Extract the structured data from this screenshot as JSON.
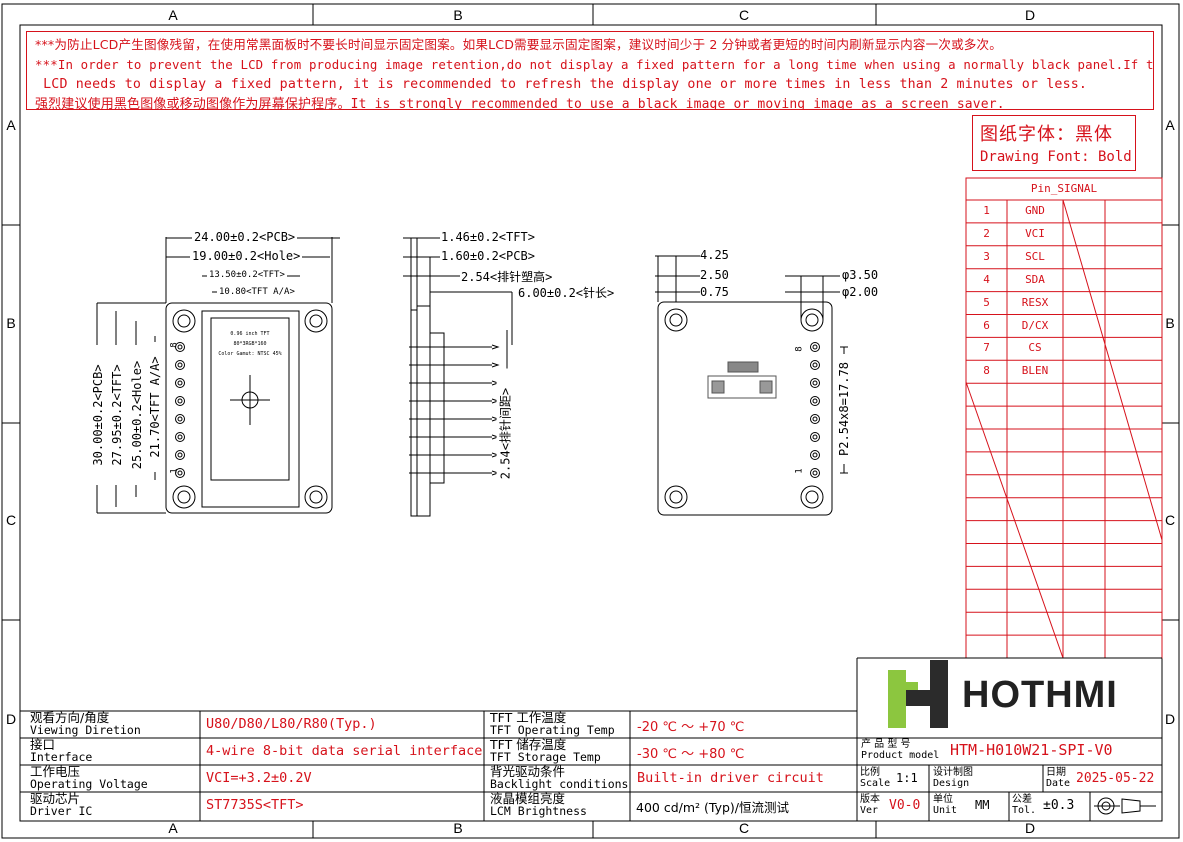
{
  "frame": {
    "columns": [
      "A",
      "B",
      "C",
      "D"
    ],
    "rows": [
      "A",
      "B",
      "C",
      "D"
    ]
  },
  "notice": {
    "line1": "***为防止LCD产生图像残留，在使用常黑面板时不要长时间显示固定图案。如果LCD需要显示固定图案，建议时间少于 2 分钟或者更短的时间内刷新显示内容一次或多次。",
    "line2": "***In order to prevent the LCD from producing image retention,do not display a fixed pattern for a long time when using a normally black panel.If the",
    "line3": " LCD needs to display a fixed pattern, it is recommended to refresh the display one or more times in less than 2 minutes or less.",
    "line4": "强烈建议使用黑色图像或移动图像作为屏幕保护程序。It is strongly recommended to use a black image or moving image as a screen saver."
  },
  "drawing_font": {
    "zh": "图纸字体：黑体",
    "en": "Drawing Font: Bold"
  },
  "pin_table": {
    "header": "Pin_SIGNAL",
    "rows": [
      {
        "num": "1",
        "signal": "GND"
      },
      {
        "num": "2",
        "signal": "VCI"
      },
      {
        "num": "3",
        "signal": "SCL"
      },
      {
        "num": "4",
        "signal": "SDA"
      },
      {
        "num": "5",
        "signal": "RESX"
      },
      {
        "num": "6",
        "signal": "D/CX"
      },
      {
        "num": "7",
        "signal": "CS"
      },
      {
        "num": "8",
        "signal": "BLEN"
      }
    ]
  },
  "front_view": {
    "dim_pcb_w": "24.00±0.2<PCB>",
    "dim_hole_w": "19.00±0.2<Hole>",
    "dim_tft_w": "13.50±0.2<TFT>",
    "dim_aa_w": "10.80<TFT A/A>",
    "dim_pcb_h": "30.00±0.2<PCB>",
    "dim_tft_h": "27.95±0.2<TFT>",
    "dim_hole_h": "25.00±0.2<Hole>",
    "dim_aa_h": "21.70<TFT A/A>",
    "lcd_line1": "0.96 inch TFT",
    "lcd_line2": "80*3RGB*160",
    "lcd_line3": "Color Gamut: NTSC 45%",
    "pin_label_top": "8",
    "pin_label_bottom": "1"
  },
  "side_view": {
    "dim_tft_t": "1.46±0.2<TFT>",
    "dim_pcb_t": "1.60±0.2<PCB>",
    "dim_header_h": "2.54<排针塑高>",
    "dim_pin_len": "6.00±0.2<针长>",
    "dim_pitch": "2.54<排针间距>"
  },
  "back_view": {
    "dim_a": "4.25",
    "dim_b": "2.50",
    "dim_c": "0.75",
    "dim_hole_outer": "φ3.50",
    "dim_hole_inner": "φ2.00",
    "dim_pitch_total": "P2.54x8=17.78",
    "pin_label_top": "8",
    "pin_label_bottom": "1"
  },
  "specs": [
    {
      "zh": "观看方向/角度",
      "en": "Viewing Diretion",
      "value": "U80/D80/L80/R80(Typ.)"
    },
    {
      "zh": "接口",
      "en": "Interface",
      "value": "4-wire 8-bit data serial interface"
    },
    {
      "zh": "工作电压",
      "en": "Operating Voltage",
      "value": "VCI=+3.2±0.2V"
    },
    {
      "zh": "驱动芯片",
      "en": "Driver IC",
      "value": "ST7735S<TFT>"
    }
  ],
  "specs_right": [
    {
      "zh": "TFT 工作温度",
      "en": "TFT Operating Temp",
      "value": "-20 ℃ ～ +70 ℃"
    },
    {
      "zh": "TFT 储存温度",
      "en": "TFT Storage Temp",
      "value": "-30 ℃ ～ +80 ℃"
    },
    {
      "zh": "背光驱动条件",
      "en": "Backlight conditions",
      "value": "Built-in driver circuit"
    },
    {
      "zh": "液晶模组亮度",
      "en": "LCM Brightness",
      "value": "400 cd/m² (Typ)/恒流测试"
    }
  ],
  "title_block": {
    "brand": "HOTHMI",
    "model_label_zh": "产 品 型 号",
    "model_label_en": "Product model",
    "model": "HTM-H010W21-SPI-V0",
    "scale_zh": "比例",
    "scale_en": "Scale",
    "scale": "1:1",
    "design_zh": "设计制图",
    "design_en": "Design",
    "date_zh": "日期",
    "date_en": "Date",
    "date": "2025-05-22",
    "ver_zh": "版本",
    "ver_en": "Ver",
    "ver": "V0-0",
    "unit_zh": "单位",
    "unit_en": "Unit",
    "unit": "MM",
    "tol_zh": "公差",
    "tol_en": "Tol.",
    "tol": "±0.3"
  },
  "colors": {
    "accent_red": "#d6121b",
    "logo_green": "#8cc63f"
  }
}
